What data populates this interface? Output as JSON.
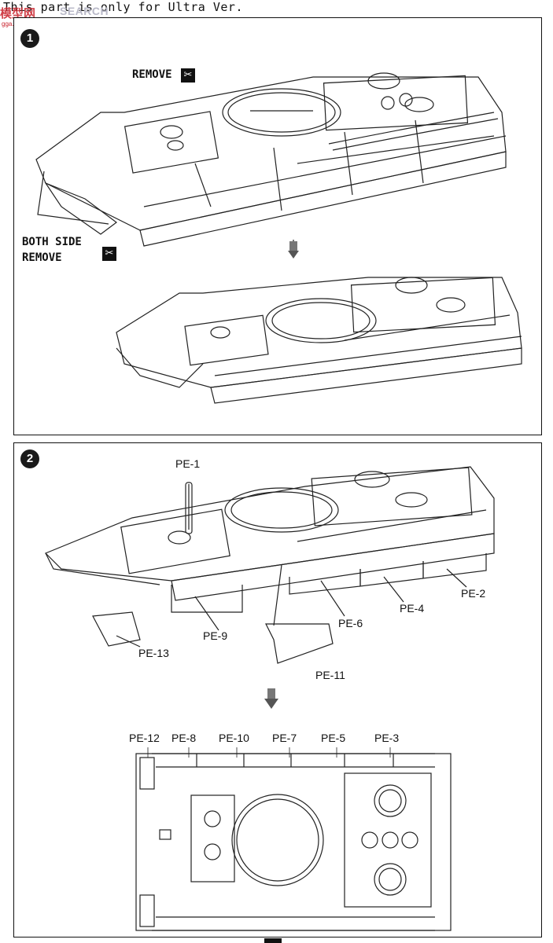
{
  "header": {
    "note": "This part is only for Ultra Ver."
  },
  "watermark": {
    "cn": "模型网",
    "en": "SEARCH",
    "url": "gga.shou.com"
  },
  "step1": {
    "number": "1",
    "remove_label": "REMOVE",
    "both_side_label_line1": "BOTH SIDE",
    "both_side_label_line2": "REMOVE",
    "cut_icon": "cut-tool-icon"
  },
  "step2": {
    "number": "2",
    "parts": {
      "pe1": "PE-1",
      "pe2": "PE-2",
      "pe4": "PE-4",
      "pe6": "PE-6",
      "pe9": "PE-9",
      "pe11": "PE-11",
      "pe13": "PE-13"
    },
    "top_view_parts": {
      "pe12": "PE-12",
      "pe8": "PE-8",
      "pe10": "PE-10",
      "pe7": "PE-7",
      "pe5": "PE-5",
      "pe3": "PE-3"
    }
  }
}
